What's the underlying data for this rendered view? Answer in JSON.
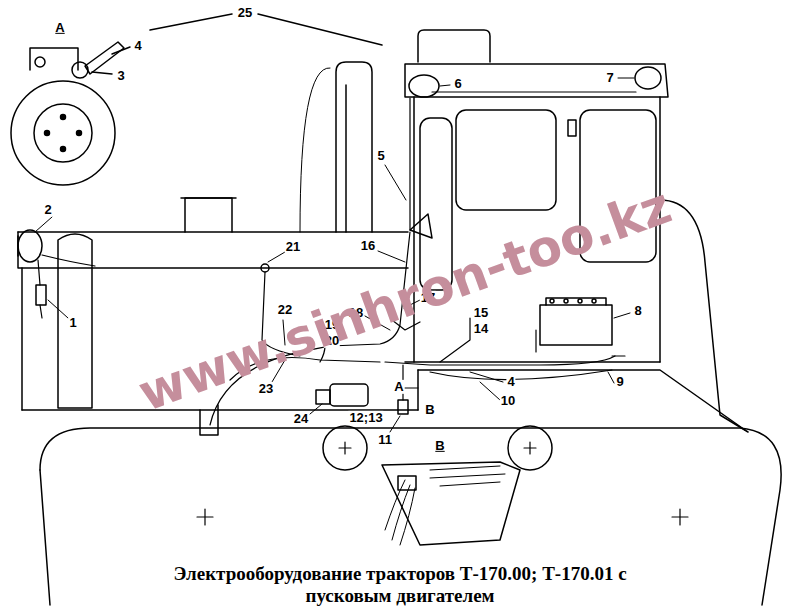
{
  "diagram": {
    "caption": "Электрооборудование тракторов Т-170.00; Т-170.01 с пусковым двигателем",
    "labels": [
      "А",
      "4",
      "3",
      "25",
      "6",
      "7",
      "5",
      "2",
      "21",
      "16",
      "17",
      "18",
      "15",
      "14",
      "8",
      "22",
      "19",
      "20",
      "1",
      "23",
      "А",
      "4",
      "9",
      "10",
      "24",
      "12;13",
      "В",
      "11",
      "В",
      "www.sinhron-too.kz"
    ]
  }
}
